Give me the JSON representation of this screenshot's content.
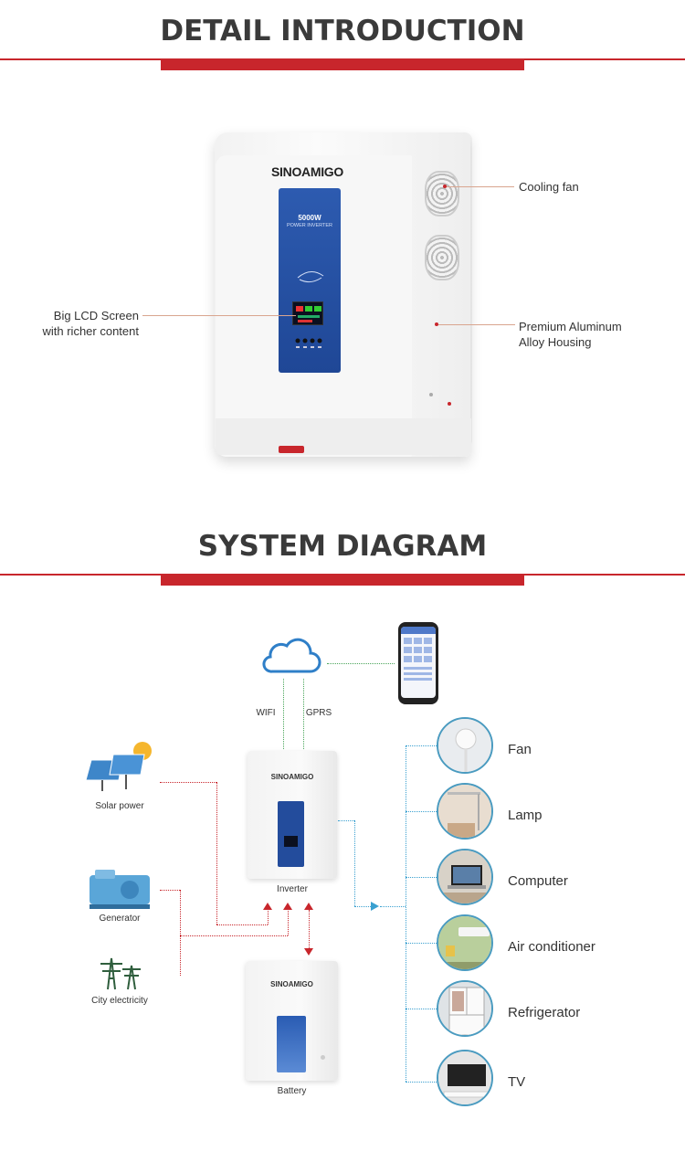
{
  "detail": {
    "title": "DETAIL INTRODUCTION",
    "product": {
      "brand": "SINOAMIGO",
      "panel_title": "5000W",
      "panel_subtitle": "POWER INVERTER"
    },
    "callouts": {
      "cooling_fan": "Cooling fan",
      "lcd_line1": "Big LCD Screen",
      "lcd_line2": "with richer content",
      "housing_line1": "Premium Aluminum",
      "housing_line2": "Alloy Housing"
    }
  },
  "system": {
    "title": "SYSTEM DIAGRAM",
    "wifi": "WIFI",
    "gprs": "GPRS",
    "sources": {
      "solar": "Solar power",
      "generator": "Generator",
      "city": "City electricity"
    },
    "inverter_label": "Inverter",
    "battery_label": "Battery",
    "device_brand": "SINOAMIGO",
    "appliances": [
      "Fan",
      "Lamp",
      "Computer",
      "Air conditioner",
      "Refrigerator",
      "TV"
    ]
  },
  "colors": {
    "accent_red": "#c8262c",
    "panel_blue": "#2d5bb0",
    "link_green": "#4aa55a",
    "link_blue": "#3aa0d0"
  }
}
